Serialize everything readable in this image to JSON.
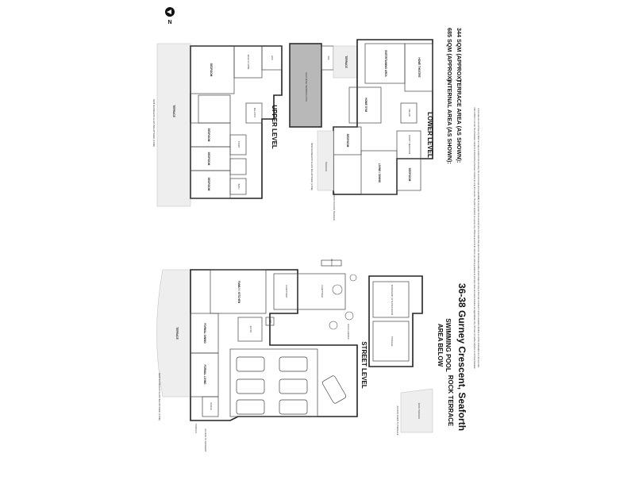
{
  "address": "36-38 Gurney Crescent, Seaforth",
  "areas": {
    "internal": "INTERNAL AREA (AS SHOWN):",
    "internal_value": "685 SQM (APPROX)",
    "terrace": "TERRACE AREA (AS SHOWN):",
    "terrace_value": "344 SQM (APPROX)"
  },
  "disclaimer": [
    "DISCLAIMER CLAUSE The information contained in this brochure has been furnished to us by the vendors. The plan is provided as a guide only. Whilst we trust it to be correct, we cannot guarantee its accuracy. Sizes and areas indicated are approximate only. We have not verified whether or not that information",
    "is accurate and do not have any belief one way or another in its accuracy. We do not accept any responsibility to any person for its accuracy and do no more than pass it on. All interested parties should make and rely on their own enquiries in order to determine whether or not this information is in fact accurate."
  ],
  "levels": {
    "upper": "UPPER LEVEL",
    "lower": "LOWER LEVEL",
    "street": "STREET LEVEL"
  },
  "area_below": [
    "AREA BELOW",
    "SWIMMING POOL"
  ],
  "rock_terrace": "ROCK TERRACE",
  "compass": "N",
  "upper_rooms": {
    "terrace": "TERRACE",
    "bedroom1": "BEDROOM",
    "bedroom2": "BEDROOM",
    "bedroom3": "BEDROOM",
    "bedroom4": "BEDROOM",
    "walk_in_robe": "WALK IN ROBE",
    "balcony": "BALCONY",
    "study": "STUDY",
    "ens": "ENS",
    "bath": "BATH",
    "semi_glass": "SEMI FRAMELESS GLASS BALUSTRADE (1.0MH)"
  },
  "lower_rooms": {
    "pool": "HEAT EDGE SWIMMING POOL",
    "spa": "SPA",
    "terrace1": "TERRACE",
    "terrace2": "TERRACE",
    "entertaining": "ENTERTAINING AREA",
    "home_gym": "HOME GYM",
    "home_theatre": "HOME THEATRE",
    "bedroom": "BEDROOM",
    "living_dining": "LIVING / DINING",
    "bedroom2": "BEDROOM",
    "study": "STUDY / BEDROOM",
    "cellar": "CELLAR",
    "semi_glass": "SEMI FRAMELESS GLASS BALUSTRADE (1.0MH)",
    "access": "ACCESS TO ROCK TERRACE"
  },
  "street_rooms": {
    "terrace": "TERRACE",
    "family_kitchen": "FAMILY / KITCHEN",
    "courtyard": "COURTYARD",
    "formal_dining": "FORMAL DINING",
    "formal_living": "FORMAL LIVING",
    "entry": "ENTRY",
    "office": "OFFICE",
    "lift": "LIFT",
    "rock_garden": "ROCK GARDEN",
    "workshop": "WORKSHOP / UTILITIES ROOM",
    "storage": "STORAGE",
    "bench": "BENCH",
    "porte": "PORTICO",
    "semi_glass": "SEMI FRAMELESS GLASS BALUSTRADE (1.0MH)",
    "access_driveway": "ACCESS TO DRIVEWAY",
    "rock_terrace_inner": "ROCK TERRACE",
    "access_rock": "ACCESS DOWN TO TERRACE"
  }
}
